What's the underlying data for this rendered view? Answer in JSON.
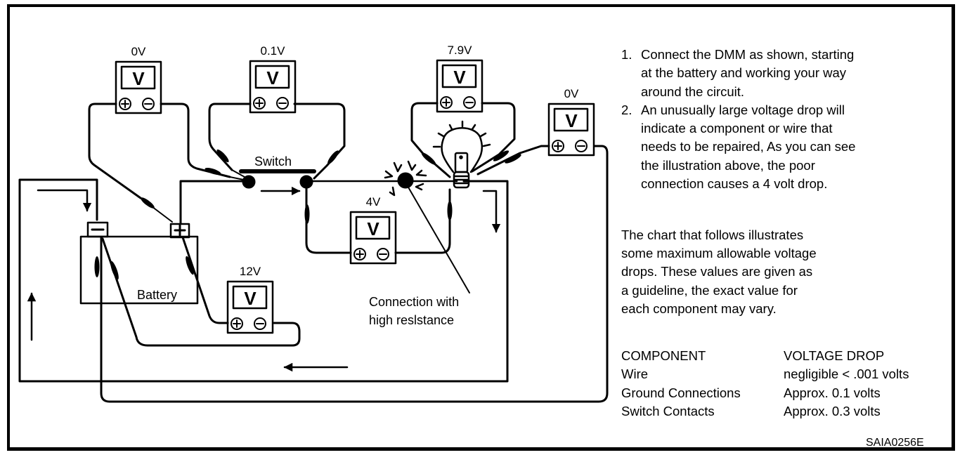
{
  "diagram": {
    "title": "Voltage drop test circuit",
    "meters": [
      {
        "id": "battery-ground-meter",
        "reading": "0V",
        "display": "V",
        "plus": "⊕",
        "minus": "⊖"
      },
      {
        "id": "switch-meter",
        "reading": "0.1V",
        "display": "V",
        "plus": "⊕",
        "minus": "⊖"
      },
      {
        "id": "bulb-meter",
        "reading": "7.9V",
        "display": "V",
        "plus": "⊕",
        "minus": "⊖"
      },
      {
        "id": "ground-return-meter",
        "reading": "0V",
        "display": "V",
        "plus": "⊕",
        "minus": "⊖"
      },
      {
        "id": "connection-meter",
        "reading": "4V",
        "display": "V",
        "plus": "⊕",
        "minus": "⊖"
      },
      {
        "id": "battery-meter",
        "reading": "12V",
        "display": "V",
        "plus": "⊕",
        "minus": "⊖"
      }
    ],
    "labels": {
      "switch": "Switch",
      "battery": "Battery",
      "battery_negative": "−",
      "battery_positive": "+",
      "connection_line1": "Connection with",
      "connection_line2": "high reslstance"
    },
    "icons": [
      "voltmeter-icon",
      "light-bulb-icon",
      "battery-icon",
      "switch-icon",
      "current-flow-arrow-icon",
      "test-probe-icon"
    ]
  },
  "instructions": [
    {
      "num": "1.",
      "lines": [
        "Connect the DMM as shown, starting",
        "at the battery and working your way",
        "around the circuit."
      ]
    },
    {
      "num": "2.",
      "lines": [
        "An unusually large voltage drop will",
        "indicate a component or wire that",
        "needs to be repaired, As you can see",
        "the illustration above, the poor",
        "connection causes a 4 volt drop."
      ]
    }
  ],
  "paragraph": [
    "The chart that follows illustrates",
    "some maximum allowable voltage",
    "drops. These values are given as",
    "a guideline, the exact value for",
    "each component may vary."
  ],
  "table": {
    "headers": [
      "COMPONENT",
      "VOLTAGE DROP"
    ],
    "rows": [
      [
        "Wire",
        "negligible < .001 volts"
      ],
      [
        "Ground Connections",
        "Approx. 0.1 volts"
      ],
      [
        "Switch Contacts",
        "Approx. 0.3 volts"
      ]
    ]
  },
  "reference_code": "SAIA0256E"
}
